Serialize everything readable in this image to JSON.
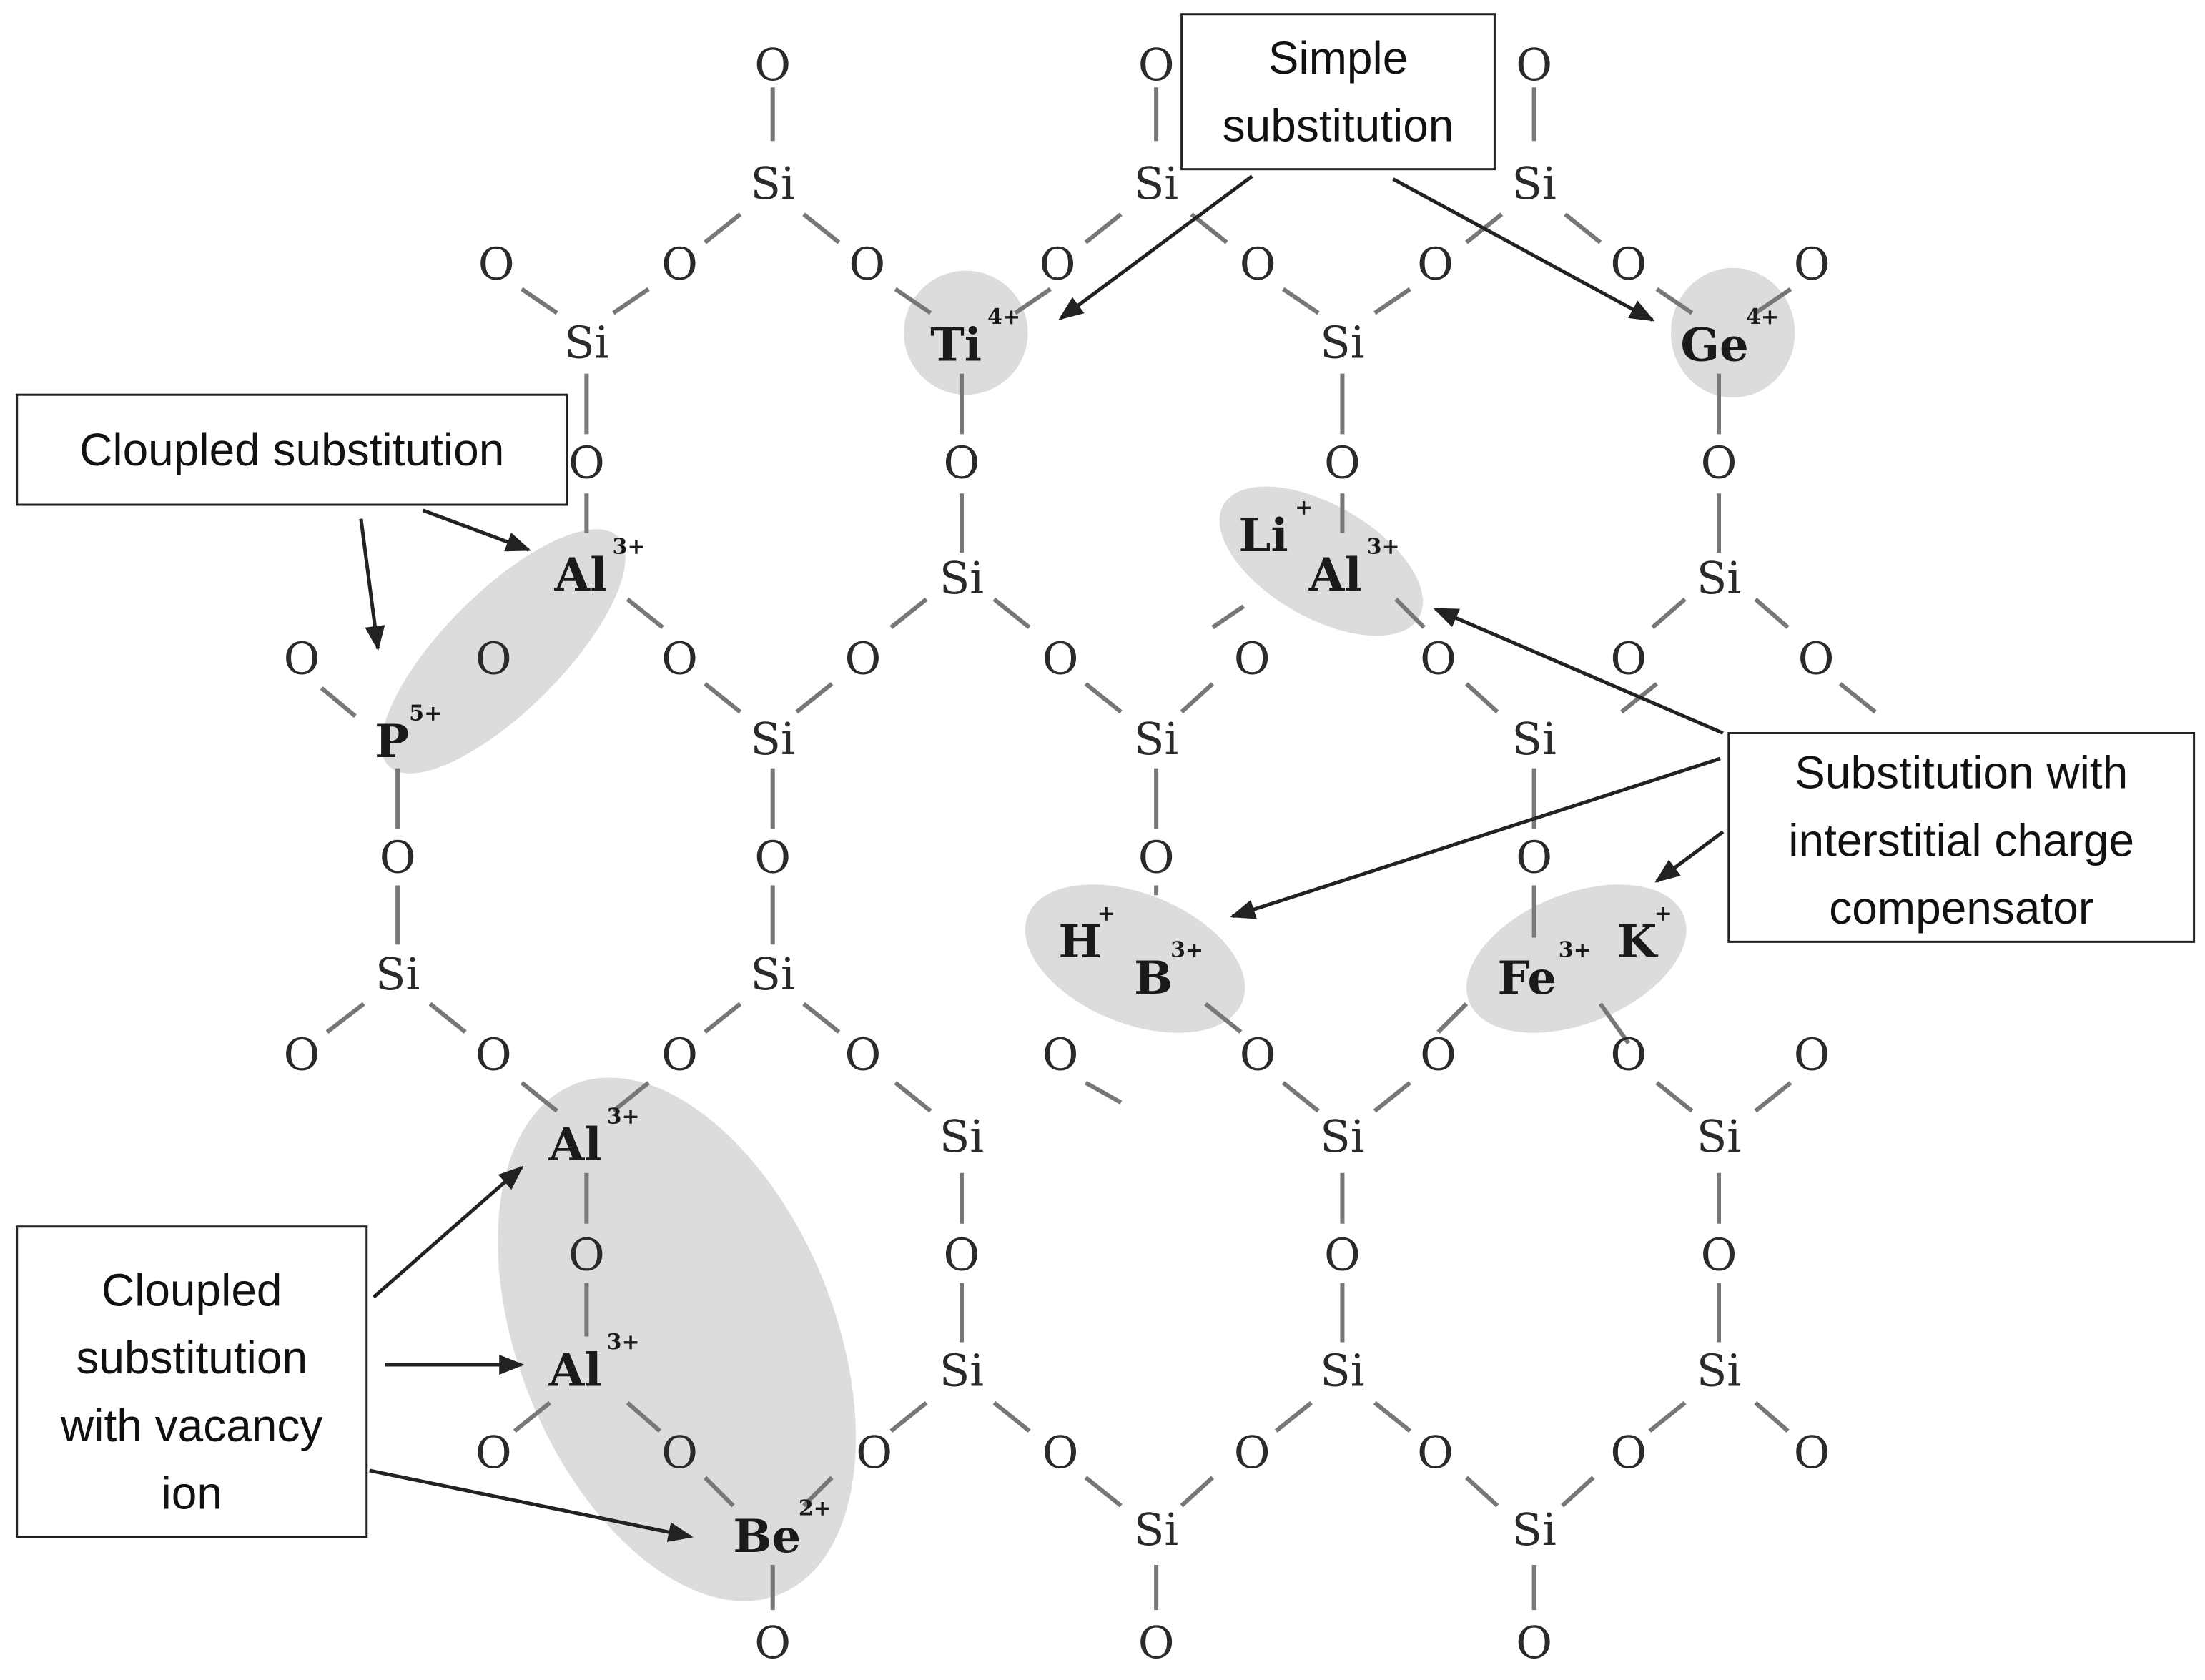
{
  "atoms": {
    "silicon": "Si",
    "oxygen": "O"
  },
  "ions": {
    "ti": {
      "symbol": "Ti",
      "charge": "4+"
    },
    "ge": {
      "symbol": "Ge",
      "charge": "4+"
    },
    "al_p": {
      "symbol": "Al",
      "charge": "3+"
    },
    "p": {
      "symbol": "P",
      "charge": "5+"
    },
    "li": {
      "symbol": "Li",
      "charge": "+"
    },
    "al_li": {
      "symbol": "Al",
      "charge": "3+"
    },
    "h": {
      "symbol": "H",
      "charge": "+"
    },
    "b": {
      "symbol": "B",
      "charge": "3+"
    },
    "fe": {
      "symbol": "Fe",
      "charge": "3+"
    },
    "k": {
      "symbol": "K",
      "charge": "+"
    },
    "al_v1": {
      "symbol": "Al",
      "charge": "3+"
    },
    "al_v2": {
      "symbol": "Al",
      "charge": "3+"
    },
    "be": {
      "symbol": "Be",
      "charge": "2+"
    }
  },
  "labels": {
    "simple": [
      "Simple",
      "substitution"
    ],
    "coupled": [
      "Cloupled substitution"
    ],
    "interstitial": [
      "Substitution with",
      "interstitial charge",
      "compensator"
    ],
    "vacancy": [
      "Cloupled",
      "substitution",
      "with vacancy",
      "ion"
    ]
  },
  "colors": {
    "highlight": "#dcdcdc",
    "bond": "#777777",
    "text": "#222222"
  }
}
